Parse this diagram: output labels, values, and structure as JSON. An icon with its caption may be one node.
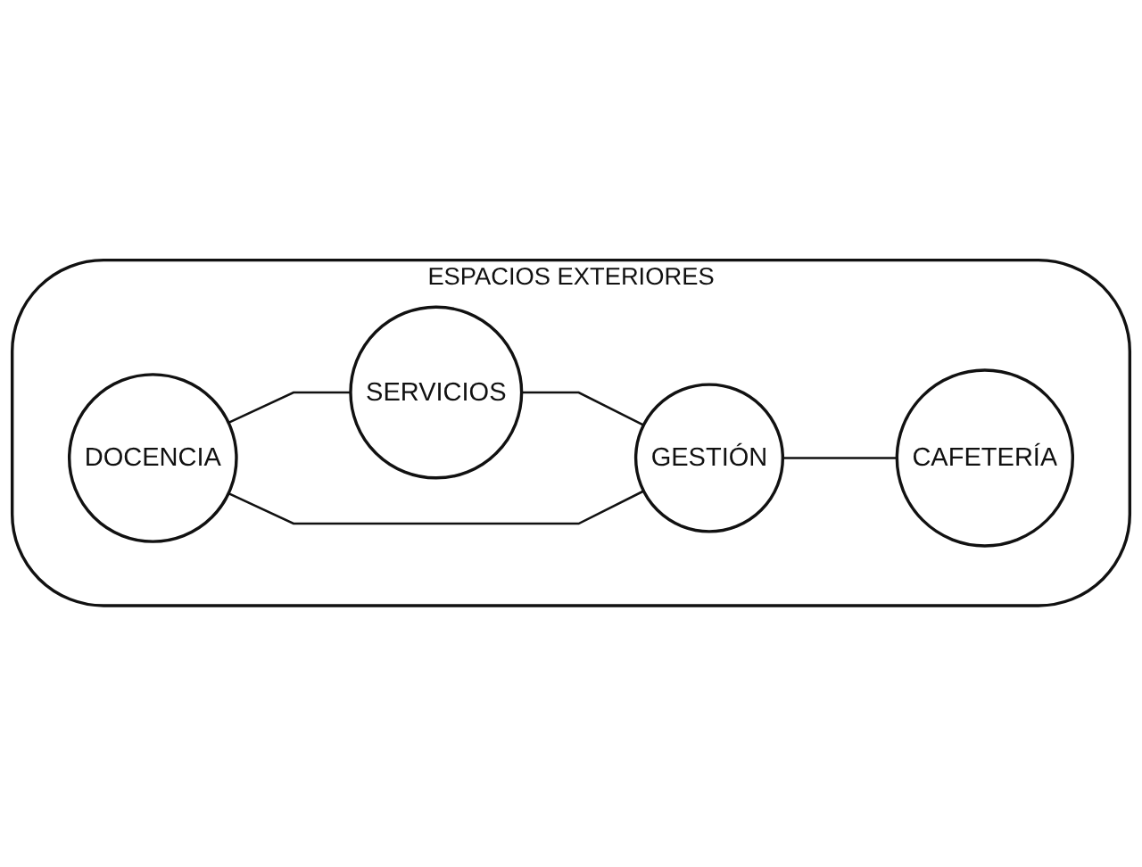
{
  "diagram": {
    "nodes": [
      {
        "text": [
          "ESPACIOS EXTERIORES"
        ]
      },
      {
        "text": [
          "DOCENCIA"
        ],
        "in": 0
      },
      {
        "text": [
          "SERVICIOS"
        ],
        "in": 0
      },
      {
        "text": [
          "CAFETERÍA"
        ],
        "in": 0
      },
      {
        "text": [
          "GESTIÓN"
        ],
        "in": 0
      }
    ],
    "edges": [
      {
        "from": 1,
        "to": 2,
        "arrow": "none"
      },
      {
        "from": 2,
        "to": 4,
        "arrow": "none"
      },
      {
        "from": 1,
        "to": 4,
        "arrow": "none"
      },
      {
        "from": 4,
        "to": 3,
        "arrow": "none"
      }
    ]
  }
}
